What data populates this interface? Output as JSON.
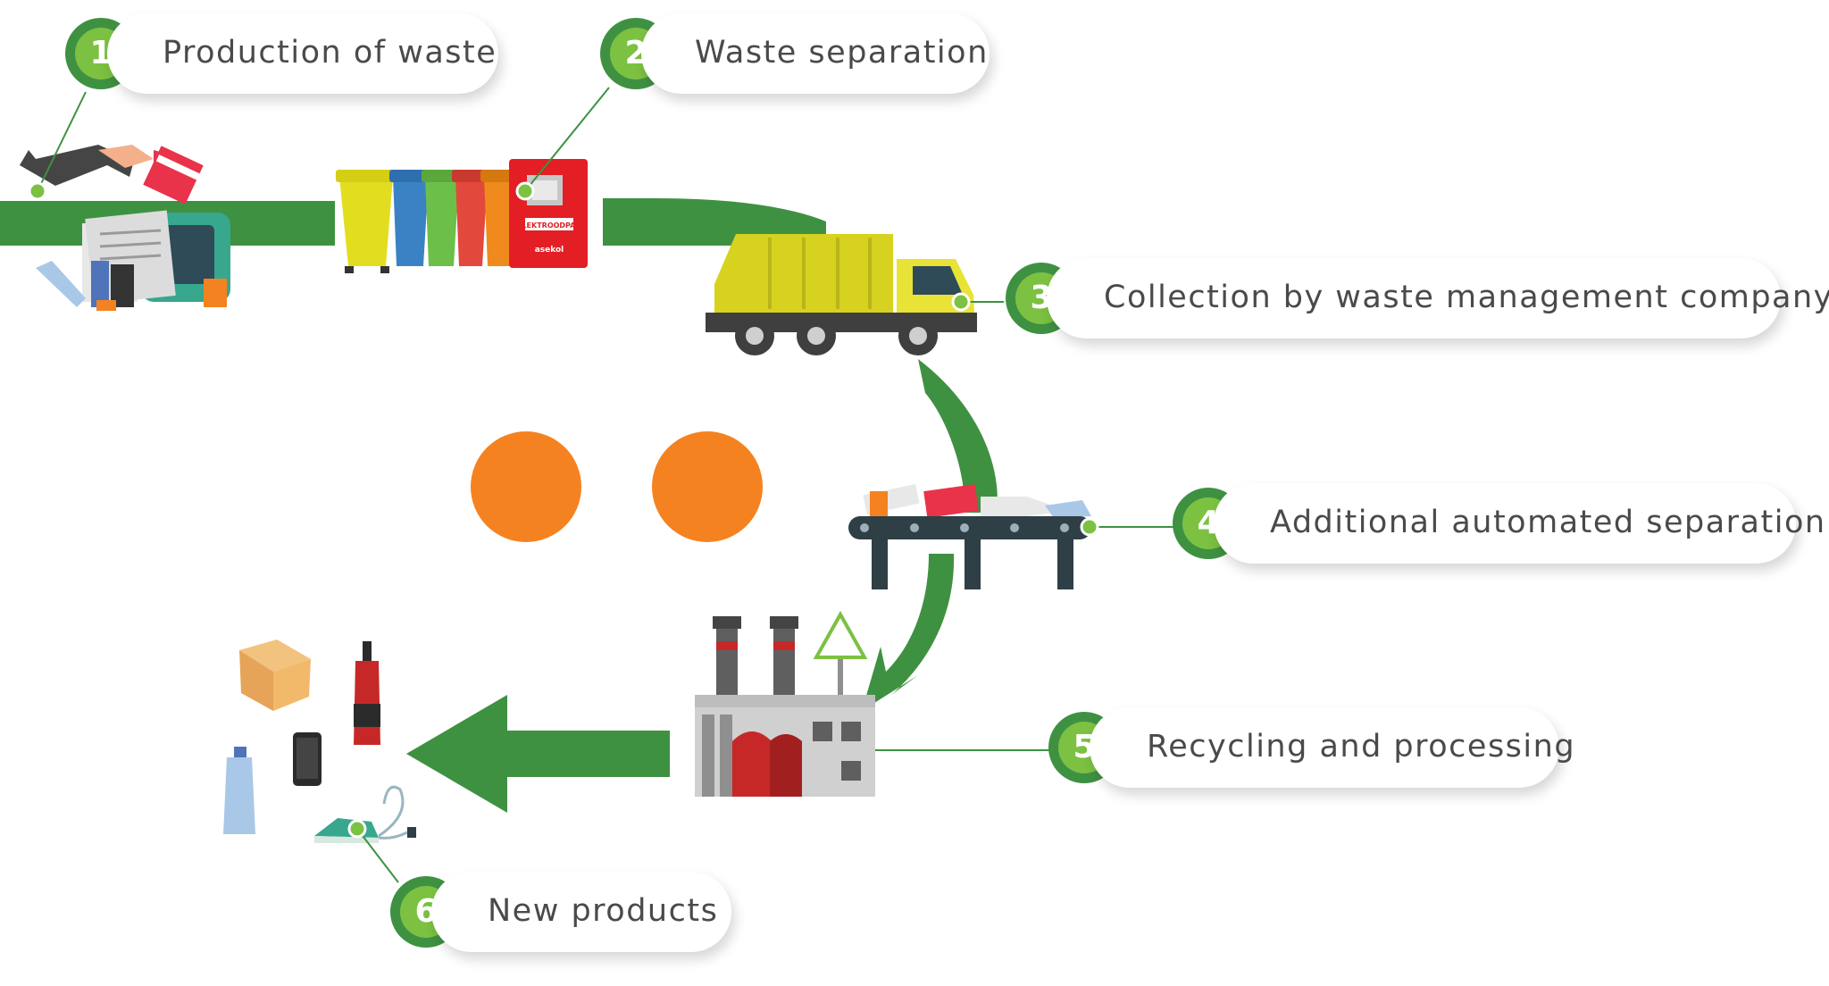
{
  "colors": {
    "flow": "#3f9142",
    "badge_ring": "#3f9142",
    "badge_fill": "#7cc142",
    "text": "#4a4a4a",
    "connector": "#3f9142",
    "dot": "#f58220"
  },
  "steps": [
    {
      "number": "1",
      "label": "Production of waste"
    },
    {
      "number": "2",
      "label": "Waste separation"
    },
    {
      "number": "3",
      "label": "Collection by waste management company"
    },
    {
      "number": "4",
      "label": "Additional automated separation"
    },
    {
      "number": "5",
      "label": "Recycling and processing"
    },
    {
      "number": "6",
      "label": "New products"
    }
  ],
  "illustrations": {
    "bin_label": "ELEKTROODPAD",
    "bin_brand": "asekol"
  },
  "icons": {
    "waste": "household-waste-icon",
    "bins": "sorting-bins-icon",
    "truck": "garbage-truck-icon",
    "conveyor": "conveyor-belt-icon",
    "factory": "recycling-factory-icon",
    "products": "new-products-icon",
    "recycle": "recycle-symbol-icon"
  }
}
